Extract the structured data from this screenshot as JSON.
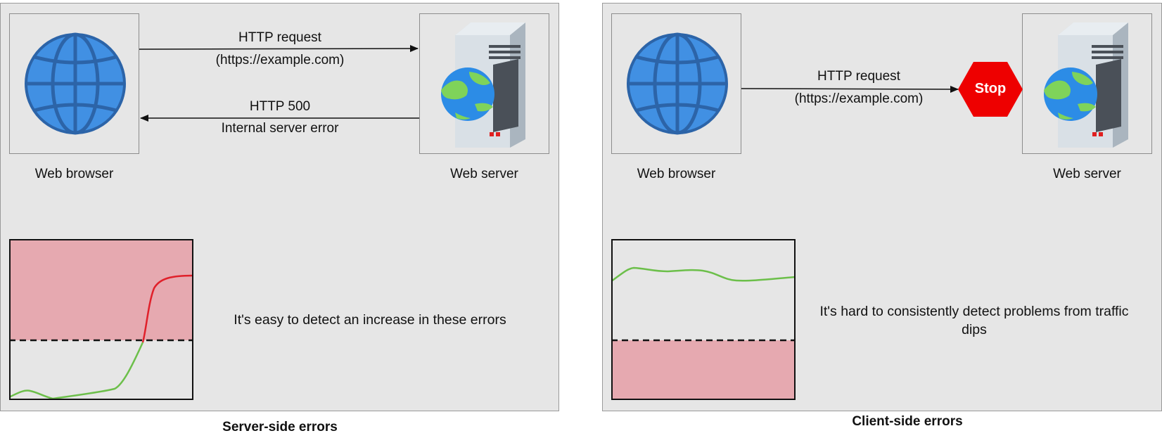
{
  "left_panel": {
    "browser_label": "Web browser",
    "server_label": "Web server",
    "request_line1": "HTTP request",
    "request_line2": "(https://example.com)",
    "response_line1": "HTTP 500",
    "response_line2": "Internal server error",
    "description": "It's easy to detect an increase in these errors",
    "caption": "Server-side errors"
  },
  "right_panel": {
    "browser_label": "Web browser",
    "server_label": "Web server",
    "request_line1": "HTTP request",
    "request_line2": "(https://example.com)",
    "stop_label": "Stop",
    "description": "It's hard to consistently detect problems from traffic dips",
    "caption": "Client-side errors"
  },
  "colors": {
    "panel_bg": "#e6e6e6",
    "alert_zone": "#e6a9b0",
    "green_line": "#6cbf4a",
    "red_line": "#e0202a",
    "globe_blue": "#4190e3",
    "globe_stroke": "#2c64a8",
    "stop_red": "#ee0000"
  },
  "icons": {
    "browser": "globe-icon",
    "server": "server-with-globe-icon",
    "stop": "stop-sign-icon"
  }
}
